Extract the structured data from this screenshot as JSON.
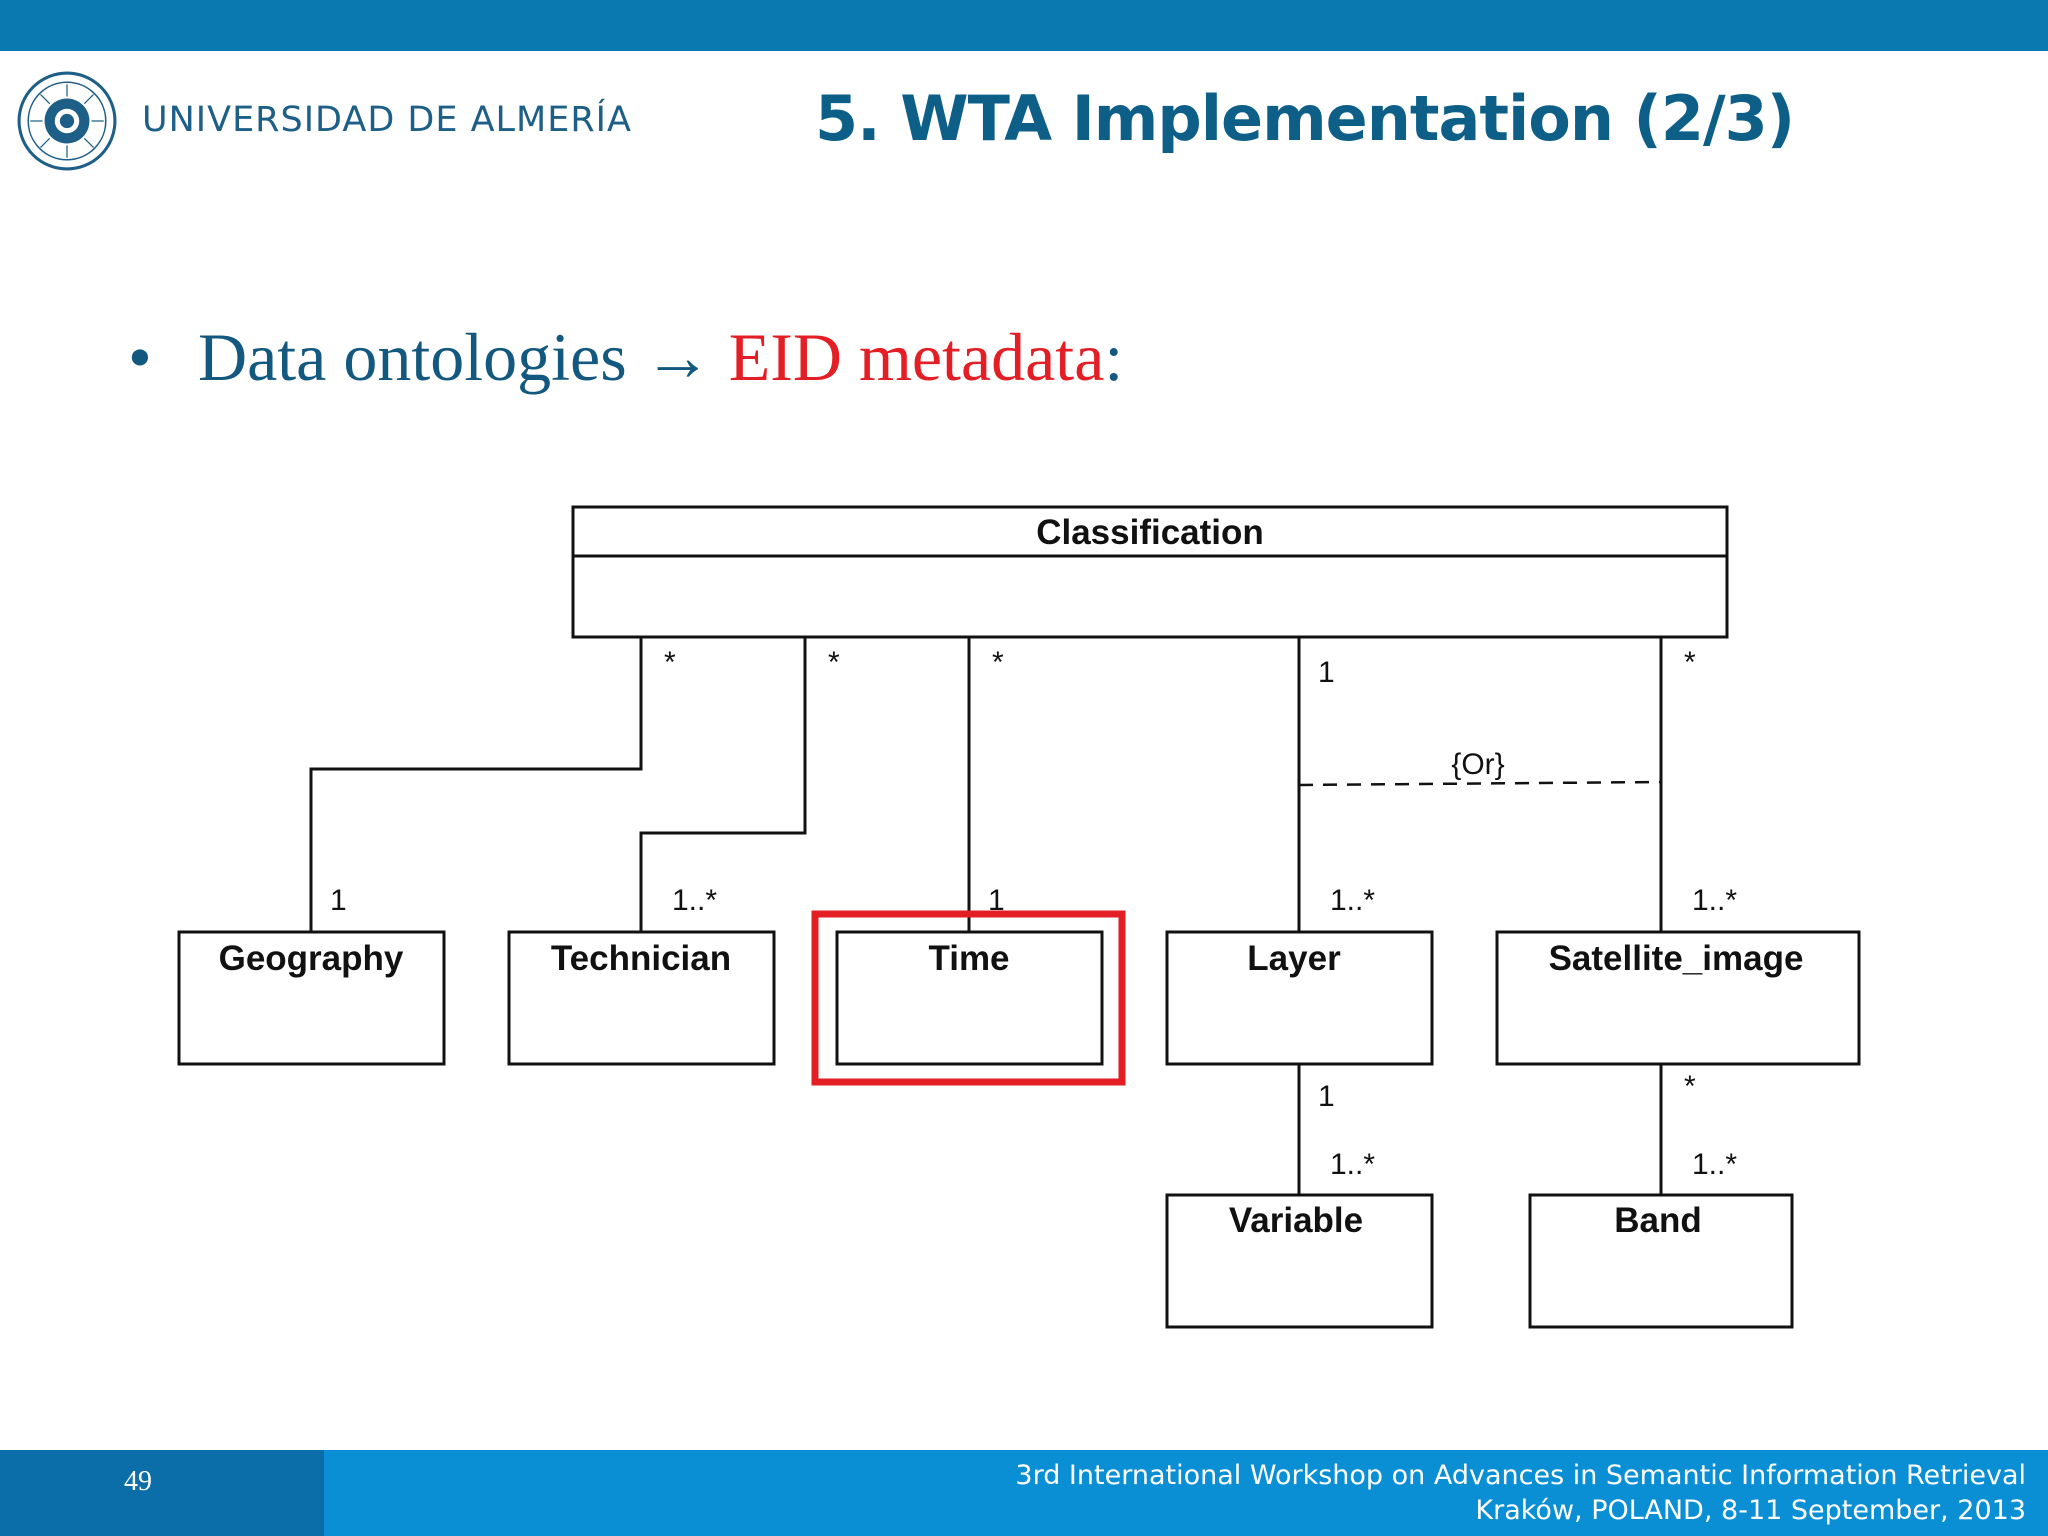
{
  "header": {
    "university": "UNIVERSIDAD DE ALMERÍA",
    "title": "5. WTA Implementation (2/3)"
  },
  "bullet": {
    "text_before": "Data ontologies",
    "arrow": "→",
    "highlight": "EID metadata",
    "text_after": ":"
  },
  "diagram": {
    "root": "Classification",
    "classes": {
      "geography": "Geography",
      "technician": "Technician",
      "time": "Time",
      "layer": "Layer",
      "satellite_image": "Satellite_image",
      "variable": "Variable",
      "band": "Band"
    },
    "constraint": "{Or}",
    "multiplicities": {
      "star": "*",
      "one": "1",
      "one_many": "1..*"
    },
    "highlighted_class": "Time",
    "colors": {
      "highlight": "#e31e24",
      "line": "#111111"
    }
  },
  "footer": {
    "page_number": "49",
    "line1": "3rd International Workshop on Advances in Semantic Information Retrieval",
    "line2": "Kraków, POLAND, 8-11 September, 2013"
  },
  "colors": {
    "top_bar": "#0a79b0",
    "title": "#0e5f88",
    "bullet": "#13587f",
    "bullet_highlight": "#e31e24",
    "footer_left": "#0b6ea8",
    "footer_right": "#0a8fd4"
  }
}
